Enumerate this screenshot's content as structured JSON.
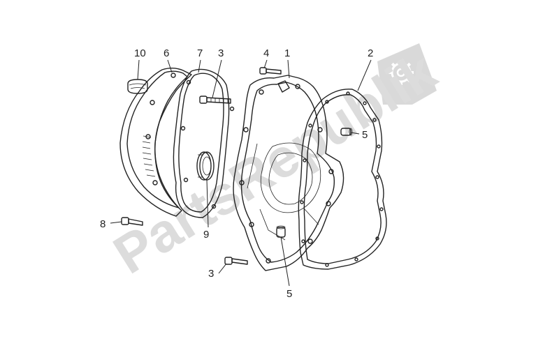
{
  "watermark": {
    "text": "PartsRepublik",
    "icon": "gear-icon"
  },
  "callouts": {
    "c10": "10",
    "c6": "6",
    "c7": "7",
    "c3a": "3",
    "c4": "4",
    "c1": "1",
    "c2": "2",
    "c5a": "5",
    "c8": "8",
    "c9": "9",
    "c3b": "3",
    "c5b": "5"
  }
}
